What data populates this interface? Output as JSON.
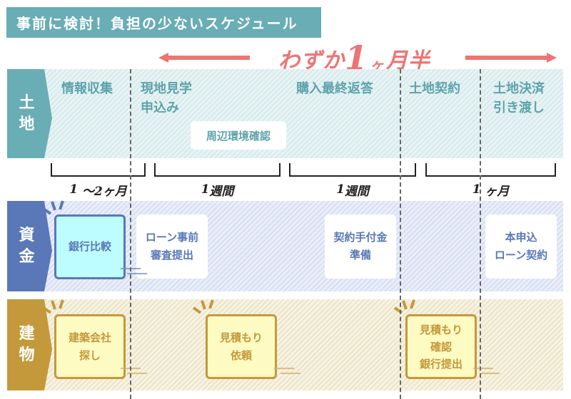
{
  "title": "事前に検討！負担の少ないスケジュール",
  "duration_banner": {
    "prefix": "わずか",
    "number": "1",
    "ka": "ヶ",
    "suffix": "月半",
    "accent_color": "#ee7474"
  },
  "rows": {
    "land": {
      "label_line1": "土",
      "label_line2": "地",
      "color": "#69adb5",
      "steps": {
        "info": "情報収集",
        "visit_line1": "現地見学",
        "visit_line2": "申込み",
        "environment": "周辺環境確認",
        "final_answer": "購入最終返答",
        "contract": "土地契約",
        "settle_line1": "土地決済",
        "settle_line2": "引き渡し"
      }
    },
    "money": {
      "label_line1": "資",
      "label_line2": "金",
      "color": "#5a78b8",
      "steps": {
        "bank_compare": "銀行比較",
        "prescreen_line1": "ローン事前",
        "prescreen_line2": "審査提出",
        "deposit_line1": "契約手付金",
        "deposit_line2": "準備",
        "main_line1": "本申込",
        "main_line2": "ローン契約"
      }
    },
    "building": {
      "label_line1": "建",
      "label_line2": "物",
      "color": "#c4993c",
      "steps": {
        "builder_line1": "建築会社",
        "builder_line2": "探し",
        "estimate_line1": "見積もり",
        "estimate_line2": "依頼",
        "check_line1": "見積もり",
        "check_line2": "確認",
        "check_line3": "銀行提出"
      }
    }
  },
  "durations": [
    {
      "num": "1",
      "text": "〜2ヶ月"
    },
    {
      "num": "1",
      "text": "週間"
    },
    {
      "num": "1",
      "text": "週間"
    },
    {
      "num": "1",
      "text": "ヶ月"
    }
  ]
}
